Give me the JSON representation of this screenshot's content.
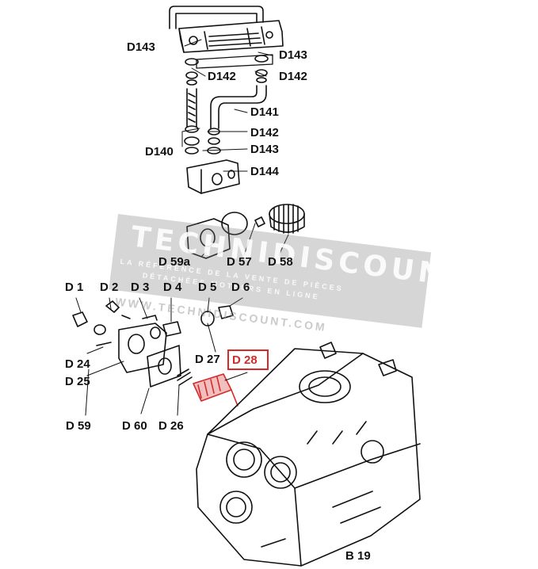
{
  "callouts": {
    "d143_top_left": "D143",
    "d143_top_right": "D143",
    "d142_left": "D142",
    "d142_right": "D142",
    "d141": "D141",
    "d142_mid": "D142",
    "d140": "D140",
    "d143_mid": "D143",
    "d144": "D144",
    "d59a": "D 59a",
    "d57": "D 57",
    "d58": "D 58",
    "d1": "D 1",
    "d2": "D 2",
    "d3": "D 3",
    "d4": "D 4",
    "d5": "D 5",
    "d6": "D 6",
    "d24": "D 24",
    "d25": "D 25",
    "d27": "D 27",
    "d28": "D 28",
    "d59": "D 59",
    "d60": "D 60",
    "d26": "D 26",
    "b19": "B 19"
  },
  "watermark": {
    "brand": "TECHNIDISCOUNT",
    "tagline_1": "LA RÉFÉRENCE DE LA VENTE DE PIÈCES",
    "tagline_2": "DÉTACHÉES MOTEURS EN LIGNE",
    "url": "WWW.TECHNIDISCOUNT.COM"
  },
  "colors": {
    "highlight": "#d42a2a",
    "line": "#111111",
    "watermark_band": "#8a8a8a"
  }
}
